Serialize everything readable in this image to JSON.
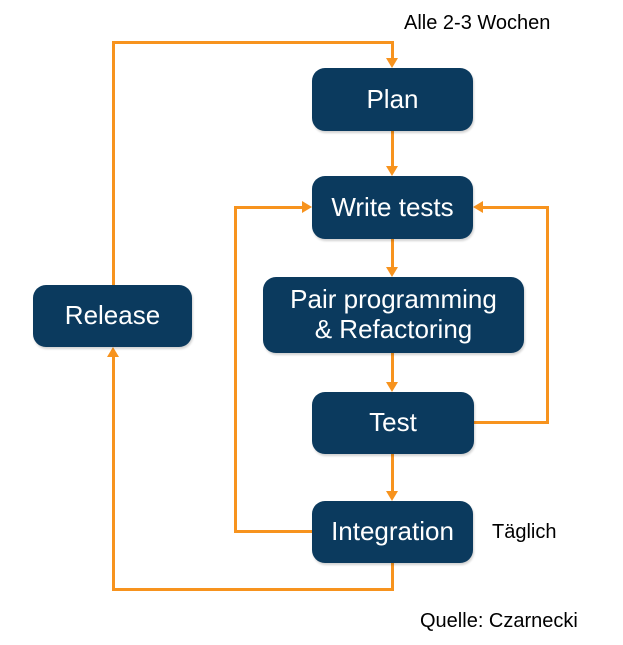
{
  "diagram": {
    "type": "flowchart",
    "nodes": {
      "plan": {
        "label": "Plan"
      },
      "write_tests": {
        "label": "Write tests"
      },
      "pair_programming": {
        "label_line1": "Pair programming",
        "label_line2": "& Refactoring"
      },
      "test": {
        "label": "Test"
      },
      "integration": {
        "label": "Integration"
      },
      "release": {
        "label": "Release"
      }
    },
    "annotations": {
      "release_cycle": "Alle 2-3 Wochen",
      "integration_cycle": "Täglich",
      "source": "Quelle: Czarnecki"
    },
    "edges": [
      {
        "from": "Release",
        "to": "Plan",
        "label": "Alle 2-3 Wochen"
      },
      {
        "from": "Plan",
        "to": "Write tests"
      },
      {
        "from": "Write tests",
        "to": "Pair programming & Refactoring"
      },
      {
        "from": "Pair programming & Refactoring",
        "to": "Test"
      },
      {
        "from": "Test",
        "to": "Integration"
      },
      {
        "from": "Test",
        "to": "Write tests"
      },
      {
        "from": "Integration",
        "to": "Write tests"
      },
      {
        "from": "Integration",
        "to": "Release",
        "label": "Täglich"
      }
    ],
    "colors": {
      "node_fill": "#0b3a5e",
      "node_text": "#ffffff",
      "arrow": "#f7931e",
      "annotation_text": "#000000",
      "background": "#ffffff"
    }
  }
}
